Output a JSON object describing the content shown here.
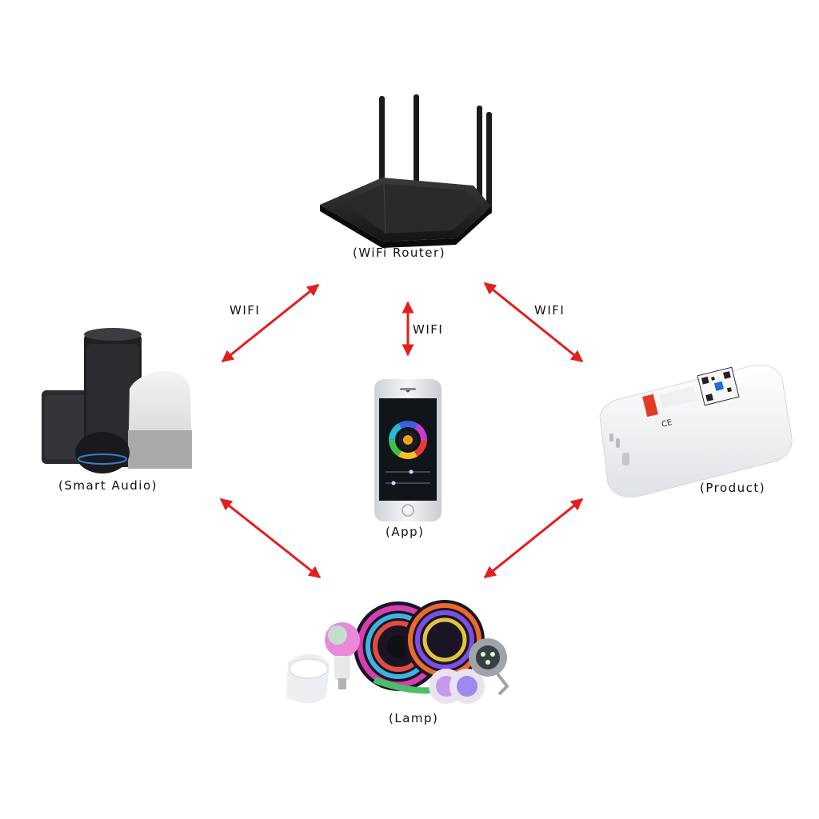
{
  "nodes": {
    "router": {
      "label": "(WiFi Router)"
    },
    "audio": {
      "label": "(Smart Audio)"
    },
    "app": {
      "label": "(App)"
    },
    "product": {
      "label": "(Product)"
    },
    "lamp": {
      "label": "(Lamp)"
    }
  },
  "edges": {
    "left_top": {
      "label": "WIFI"
    },
    "center": {
      "label": "WIFI"
    },
    "right_top": {
      "label": "WIFI"
    }
  },
  "colors": {
    "arrow": "#e41d1d"
  }
}
